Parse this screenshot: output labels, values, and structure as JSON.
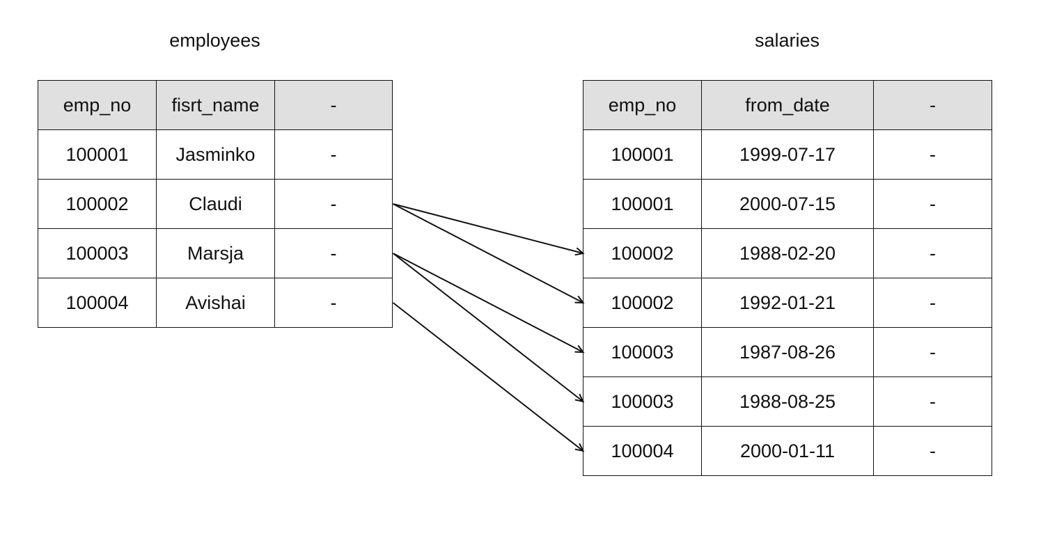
{
  "employees": {
    "title": "employees",
    "headers": [
      "emp_no",
      "fisrt_name",
      "-"
    ],
    "rows": [
      [
        "100001",
        "Jasminko",
        "-"
      ],
      [
        "100002",
        "Claudi",
        "-"
      ],
      [
        "100003",
        "Marsja",
        "-"
      ],
      [
        "100004",
        "Avishai",
        "-"
      ]
    ]
  },
  "salaries": {
    "title": "salaries",
    "headers": [
      "emp_no",
      "from_date",
      "-"
    ],
    "rows": [
      [
        "100001",
        "1999-07-17",
        "-"
      ],
      [
        "100001",
        "2000-07-15",
        "-"
      ],
      [
        "100002",
        "1988-02-20",
        "-"
      ],
      [
        "100002",
        "1992-01-21",
        "-"
      ],
      [
        "100003",
        "1987-08-26",
        "-"
      ],
      [
        "100003",
        "1988-08-25",
        "-"
      ],
      [
        "100004",
        "2000-01-11",
        "-"
      ]
    ]
  },
  "links": [
    {
      "from": 1,
      "to": 2
    },
    {
      "from": 1,
      "to": 3
    },
    {
      "from": 2,
      "to": 4
    },
    {
      "from": 2,
      "to": 5
    },
    {
      "from": 3,
      "to": 6
    }
  ],
  "colors": {
    "line": "#111111",
    "header_fill": "#e0e0e0",
    "cell_fill": "#ffffff"
  }
}
